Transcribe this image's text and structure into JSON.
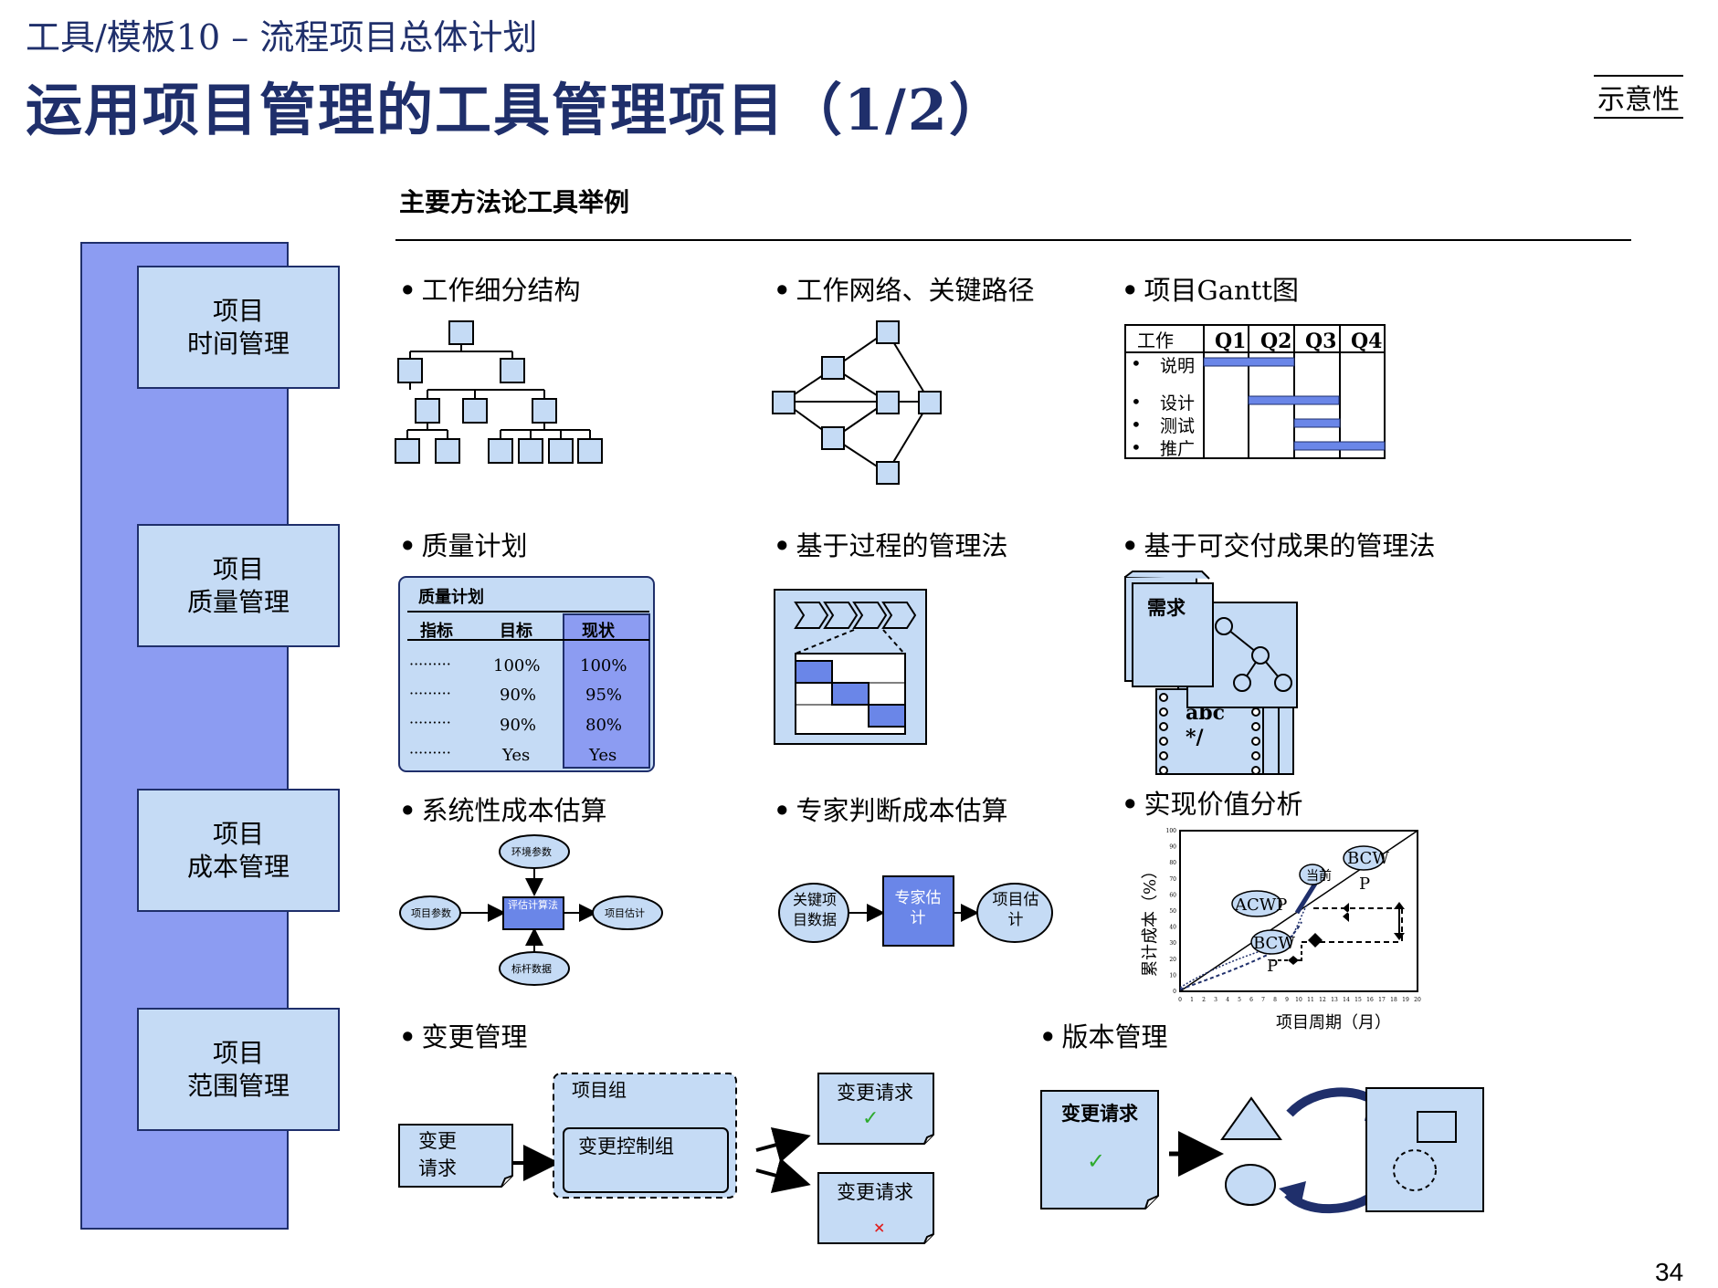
{
  "header": {
    "subtitle": "工具/模板10 – 流程项目总体计划",
    "title": "运用项目管理的工具管理项目（1/2）",
    "badge": "示意性"
  },
  "section": {
    "heading": "主要方法论工具举例"
  },
  "categories": [
    {
      "line1": "项目",
      "line2": "时间管理"
    },
    {
      "line1": "项目",
      "line2": "质量管理"
    },
    {
      "line1": "项目",
      "line2": "成本管理"
    },
    {
      "line1": "项目",
      "line2": "范围管理"
    }
  ],
  "tools": {
    "wbs": "工作细分结构",
    "network": "工作网络、关键路径",
    "gantt": "项目Gantt图",
    "quality_plan": "质量计划",
    "process_mgmt": "基于过程的管理法",
    "deliverable_mgmt": "基于可交付成果的管理法",
    "systematic_cost": "系统性成本估算",
    "expert_cost": "专家判断成本估算",
    "earned_value": "实现价值分析",
    "change_mgmt": "变更管理",
    "version_mgmt": "版本管理"
  },
  "gantt": {
    "header": [
      "工作",
      "Q1",
      "Q2",
      "Q3",
      "Q4"
    ],
    "rows": [
      "说明",
      "设计",
      "测试",
      "推广"
    ]
  },
  "quality_table": {
    "title": "质量计划",
    "headers": [
      "指标",
      "目标",
      "现状"
    ],
    "rows": [
      [
        "·········",
        "100%",
        "100%"
      ],
      [
        "·········",
        "90%",
        "95%"
      ],
      [
        "·········",
        "90%",
        "80%"
      ],
      [
        "·········",
        "Yes",
        "Yes"
      ]
    ]
  },
  "deliverable": {
    "doc_label": "需求",
    "code_label": "abc",
    "code_label2": "*/"
  },
  "systematic_cost": {
    "top": "环境参数",
    "left": "项目参数",
    "center": "评估计算法",
    "right": "项目估计",
    "bottom": "标杆数据"
  },
  "expert_cost": {
    "left": "关键项目数据",
    "center": "专家估计",
    "right": "项目估计"
  },
  "earned_value": {
    "ylabel": "累计成本（%）",
    "xlabel": "项目周期（月）",
    "y_ticks": [
      "0",
      "10",
      "20",
      "30",
      "40",
      "50",
      "60",
      "70",
      "80",
      "90",
      "100"
    ],
    "x_ticks": [
      "0",
      "1",
      "2",
      "3",
      "4",
      "5",
      "6",
      "7",
      "8",
      "9",
      "10",
      "11",
      "12",
      "13",
      "14",
      "15",
      "16",
      "17",
      "18",
      "19",
      "20"
    ],
    "labels": {
      "acwp": "ACWP",
      "bcws": "BCW",
      "bcws2": "P",
      "bcwp": "BCW",
      "bcwp2": "P",
      "note": "当前"
    }
  },
  "change": {
    "request": "变更请求",
    "team": "项目组",
    "board": "变更控制组",
    "out1": "变更请求",
    "out2": "变更请求",
    "approved_icon": "check-icon",
    "rejected_icon": "cross-icon"
  },
  "version": {
    "request": "变更请求",
    "approved_icon": "check-icon"
  },
  "colors": {
    "navy": "#1f2f6b",
    "light_blue": "#c5dbf5",
    "mid_blue": "#8c9cf2",
    "bar_blue": "#6a86e8"
  },
  "page_number": "34"
}
